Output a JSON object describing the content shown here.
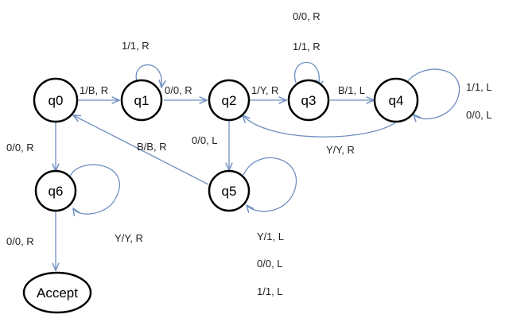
{
  "colors": {
    "edge": "#6f8fbf",
    "state_stroke": "#000000",
    "background": "#ffffff"
  },
  "states": {
    "q0": "q0",
    "q1": "q1",
    "q2": "q2",
    "q3": "q3",
    "q4": "q4",
    "q5": "q5",
    "q6": "q6",
    "accept": "Accept"
  },
  "transitions": {
    "q0_q1": "1/B, R",
    "q1_loop": "1/1, R",
    "q1_q2": "0/0, R",
    "q2_q3": "1/Y, R",
    "q3_loop_a": "0/0, R",
    "q3_loop_b": "1/1, R",
    "q3_q4": "B/1, L",
    "q4_loop_a": "1/1, L",
    "q4_loop_b": "0/0, L",
    "q4_q2": "Y/Y, R",
    "q2_q5": "0/0, L",
    "q5_q0": "B/B, R",
    "q5_loop_a": "Y/1, L",
    "q5_loop_b": "0/0, L",
    "q5_loop_c": "1/1, L",
    "q0_q6": "0/0, R",
    "q6_loop": "Y/Y, R",
    "q6_accept": "0/0, R"
  }
}
